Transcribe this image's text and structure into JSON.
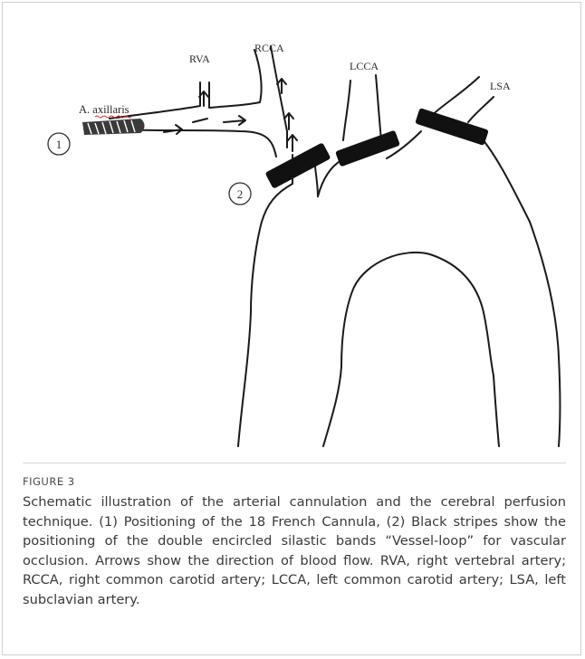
{
  "figure": {
    "label": "FIGURE 3",
    "caption": "Schematic illustration of the arterial cannulation and the cerebral perfusion technique. (1) Positioning of the 18 French Cannula, (2) Black stripes show the positioning of the double encircled silastic bands “Vessel-loop” for vascular occlusion. Arrows show the direction of blood flow. RVA, right vertebral artery; RCCA, right common carotid artery; LCCA, left common carotid artery; LSA, left subclavian artery."
  },
  "diagram": {
    "labels": {
      "rva": "RVA",
      "rcca": "RCCA",
      "lcca": "LCCA",
      "lsa": "LSA",
      "axillaris": "A. axillaris"
    },
    "markers": {
      "cannula": "1",
      "vessel_loop": "2"
    }
  }
}
